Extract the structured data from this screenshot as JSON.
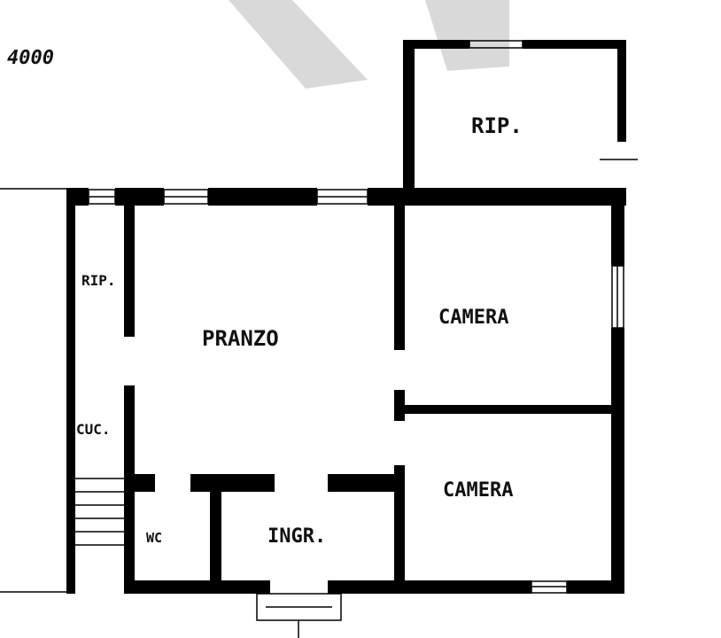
{
  "drawing": {
    "scale_note": "4000",
    "rooms": {
      "storage_top": "RIP.",
      "storage_left": "RIP.",
      "dining": "PRANZO",
      "bedroom_1": "CAMERA",
      "bedroom_2": "CAMERA",
      "kitchen": "CUC.",
      "wc": "WC",
      "entrance": "INGR."
    }
  },
  "colors": {
    "wall": "#000000",
    "watermark": "#d9d9d9"
  }
}
